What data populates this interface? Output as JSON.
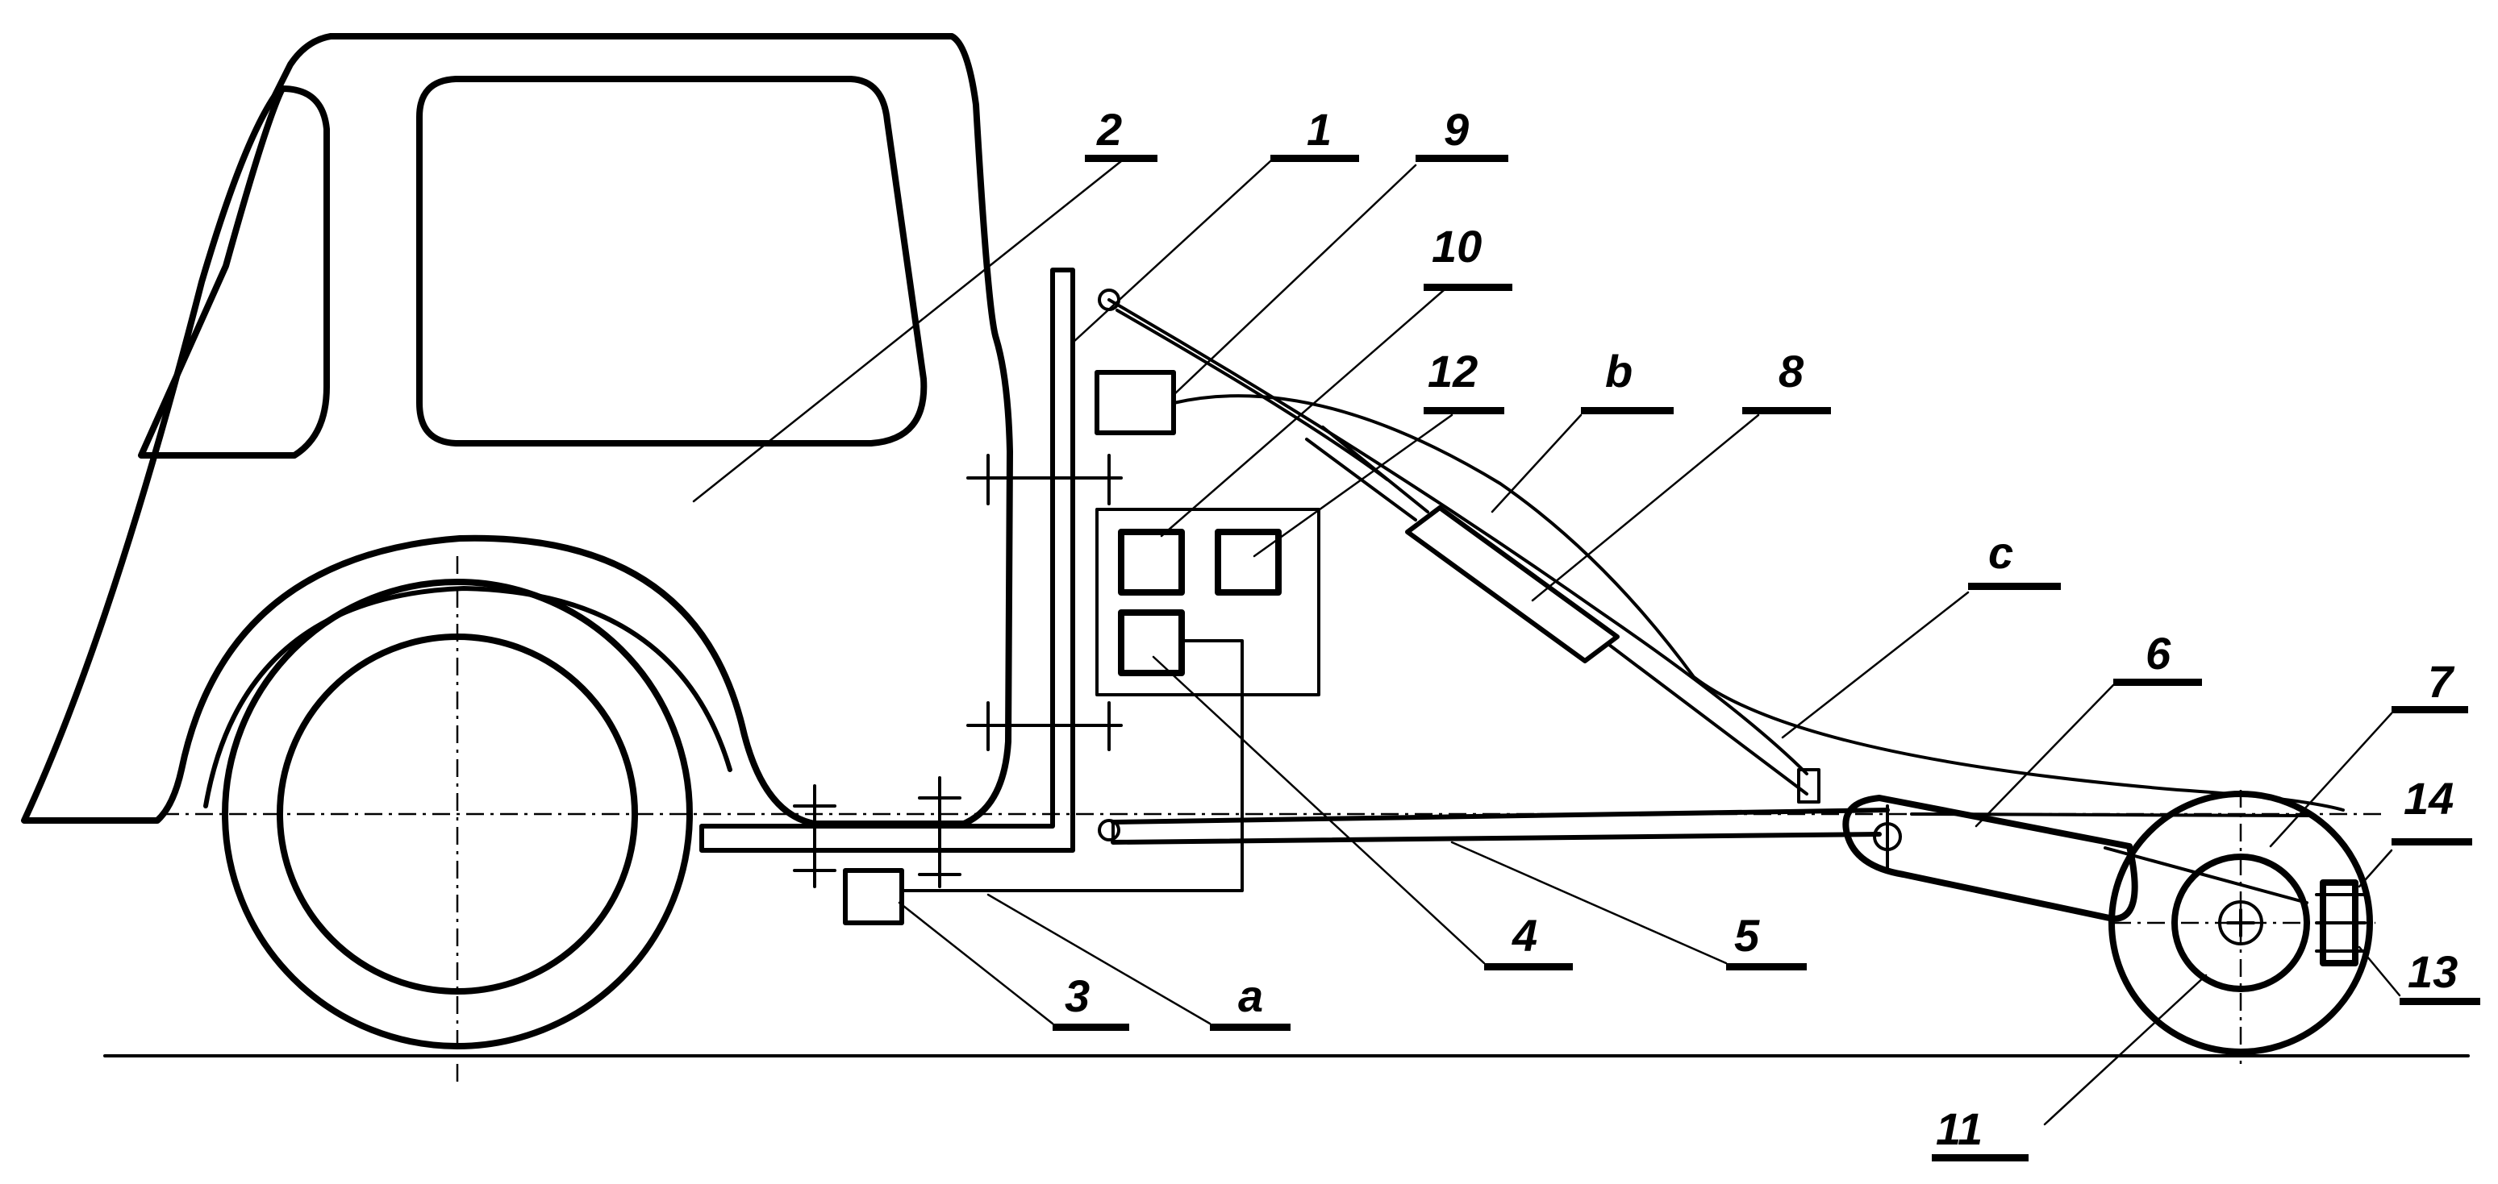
{
  "labels": {
    "l1": "1",
    "l2": "2",
    "l3": "3",
    "l4": "4",
    "l5": "5",
    "l6": "6",
    "l7": "7",
    "l8": "8",
    "l9": "9",
    "l10": "10",
    "l11": "11",
    "l12": "12",
    "l13": "13",
    "l14": "14",
    "la": "a",
    "lb": "b",
    "lc": "c"
  }
}
